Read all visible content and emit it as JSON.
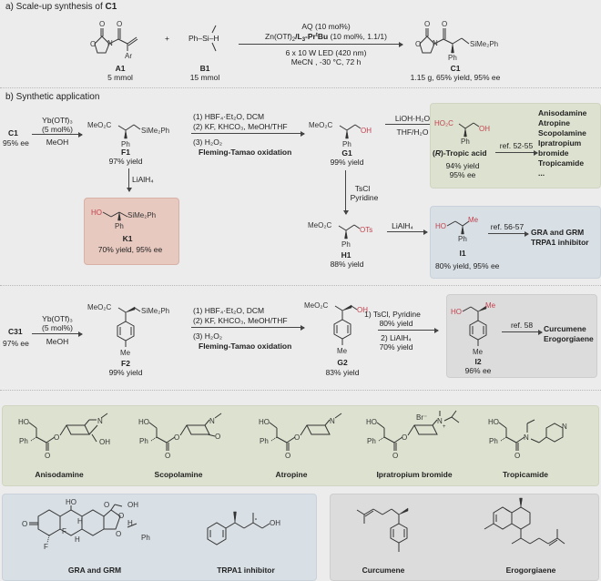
{
  "section_a": {
    "title_prefix": "a) Scale-up synthesis of ",
    "title_bold": "C1",
    "reactant_a": {
      "label": "A1",
      "amount": "5 mmol",
      "substituent": "Ar"
    },
    "plus": "+",
    "reactant_b": {
      "label": "B1",
      "amount": "15 mmol",
      "formula_left": "Ph",
      "atom": "Si",
      "formula_right": "H"
    },
    "conditions_top_1": "AQ (10 mol%)",
    "conditions_top_2_pre": "Zn(OTf)",
    "conditions_top_2_sub": "2",
    "conditions_top_2_bold": "/L",
    "conditions_top_2_bold_sub": "3",
    "conditions_top_2_bold2": "-Pr",
    "conditions_top_2_sup": "t",
    "conditions_top_2_bold3": "Bu",
    "conditions_top_2_post": " (10 mol%, 1.1/1)",
    "conditions_bottom_1": "6 x 10 W LED (420 nm)",
    "conditions_bottom_2": "MeCN , -30 °C, 72 h",
    "product": {
      "label": "C1",
      "result": "1.15 g, 65% yield, 95% ee",
      "group": "SiMe₂Ph",
      "ph": "Ph"
    }
  },
  "section_b": {
    "title": "b) Synthetic application",
    "row1": {
      "start": {
        "label": "C1",
        "ee": "95% ee"
      },
      "step1": {
        "reagent": "Yb(OTf)₃",
        "loading": "(5 mol%)",
        "solvent": "MeOH"
      },
      "F1": {
        "label": "F1",
        "yield": "97% yield",
        "ester": "MeO₂C",
        "group": "SiMe₂Ph",
        "ph": "Ph"
      },
      "step2": {
        "line1": "(1) HBF₄·Et₂O, DCM",
        "line2": "(2) KF, KHCO₃, MeOH/THF",
        "line3": "(3) H₂O₂",
        "name": "Fleming-Tamao oxidation"
      },
      "G1": {
        "label": "G1",
        "yield": "99% yield",
        "ester": "MeO₂C",
        "oh": "OH",
        "ph": "Ph"
      },
      "step3": {
        "line1": "LiOH·H₂O",
        "line2": "THF/H₂O"
      },
      "tropic": {
        "acid": "HO₂C",
        "oh": "OH",
        "ph": "Ph",
        "label_pre": "(",
        "label_italic": "R",
        "label_post": ")-Tropic acid",
        "yield": "94% yield",
        "ee": "95% ee"
      },
      "ref1": "ref. 52-55",
      "targets1": [
        "Anisodamine",
        "Atropine",
        "Scopolamine",
        "Ipratropium",
        "bromide",
        "Tropicamide",
        "..."
      ],
      "step_k": "LiAlH₄",
      "K1": {
        "label": "K1",
        "result": "70% yield, 95% ee",
        "oh": "HO",
        "group": "SiMe₂Ph",
        "ph": "Ph"
      },
      "step_h": {
        "line1": "TsCl",
        "line2": "Pyridine"
      },
      "H1": {
        "label": "H1",
        "yield": "88% yield",
        "ester": "MeO₂C",
        "ots": "OTs",
        "ph": "Ph"
      },
      "step_i": "LiAlH₄",
      "I1": {
        "label": "I1",
        "result": "80% yield, 95% ee",
        "oh": "HO",
        "me": "Me",
        "ph": "Ph"
      },
      "ref2": "ref. 56-57",
      "targets2": [
        "GRA and GRM",
        "TRPA1 inhibitor"
      ]
    },
    "row2": {
      "start": {
        "label": "C31",
        "ee": "97% ee"
      },
      "step1": {
        "reagent": "Yb(OTf)₃",
        "loading": "(5 mol%)",
        "solvent": "MeOH"
      },
      "F2": {
        "label": "F2",
        "yield": "99% yield",
        "ester": "MeO₂C",
        "group": "SiMe₂Ph",
        "me": "Me"
      },
      "step2": {
        "line1": "(1) HBF₄·Et₂O, DCM",
        "line2": "(2) KF, KHCO₃, MeOH/THF",
        "line3": "(3) H₂O₂",
        "name": "Fleming-Tamao oxidation"
      },
      "G2": {
        "label": "G2",
        "yield": "83% yield",
        "ester": "MeO₂C",
        "oh": "OH",
        "me": "Me"
      },
      "step3": {
        "line1": "1) TsCl, Pyridine",
        "line2": "80% yield",
        "line3": "2) LiAlH₄",
        "line4": "70% yield"
      },
      "I2": {
        "label": "I2",
        "ee": "96% ee",
        "oh": "HO",
        "me_top": "Me",
        "me": "Me"
      },
      "ref": "ref. 58",
      "targets": [
        "Curcumene",
        "Erogorgiaene"
      ]
    }
  },
  "drugs": [
    {
      "name": "Anisodamine",
      "ho": "HO",
      "ph": "Ph",
      "n": "N",
      "o": "O",
      "extra": "OH"
    },
    {
      "name": "Scopolamine",
      "ho": "HO",
      "ph": "Ph",
      "n": "N",
      "o": "O",
      "extra": "O"
    },
    {
      "name": "Atropine",
      "ho": "HO",
      "ph": "Ph",
      "n": "N",
      "o": "O"
    },
    {
      "name": "Ipratropium bromide",
      "ho": "HO",
      "ph": "Ph",
      "n": "N",
      "o": "O",
      "extra": "Br⁻"
    },
    {
      "name": "Tropicamide",
      "ho": "HO",
      "ph": "Ph",
      "n": "N",
      "o": "O"
    }
  ],
  "bottom_left": [
    {
      "name": "GRA and GRM",
      "atoms": [
        "HO",
        "OH",
        "O",
        "F",
        "F",
        "H",
        "H",
        "H",
        "O",
        "O",
        "Ph"
      ]
    },
    {
      "name": "TRPA1 inhibitor",
      "oh": "OH"
    }
  ],
  "bottom_right": [
    {
      "name": "Curcumene"
    },
    {
      "name": "Erogorgiaene"
    }
  ],
  "colors": {
    "highlight": "#c2424e",
    "green_box": "#dde2d0",
    "blue_box": "#d8dfe5",
    "gray_box": "#dcdcdc",
    "pink_box": "#e8c9bf",
    "background": "#ececec"
  }
}
